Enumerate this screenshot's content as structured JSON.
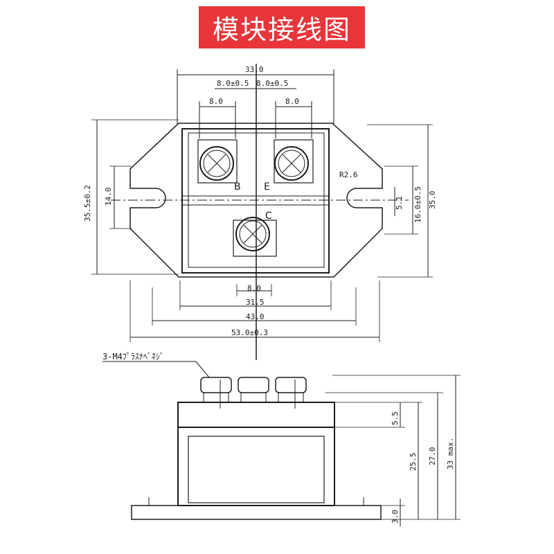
{
  "title": "模块接线图",
  "terminals": {
    "b": "B",
    "e": "E",
    "c": "C"
  },
  "top_view_dims": {
    "overall_width": "33.0",
    "pitch_left": "8.0±0.5",
    "pitch_right": "8.0±0.5",
    "term_width_left": "8.0",
    "term_width_right": "8.0",
    "left_height": "35.5±0.2",
    "left_inner": "14.0",
    "radius": "R2.6",
    "slot": "5.1",
    "right_inner": "16.0±0.5",
    "right_height": "35.0",
    "bottom_term": "8.0",
    "width_31": "31.5",
    "width_43": "43.0",
    "width_53": "53.0±0.3"
  },
  "side_view": {
    "screw_note": "3-M4ﾌﾟﾗｽﾅﾍﾞﾈｼﾞ",
    "h_5_5": "5.5",
    "h_25_5": "25.5",
    "h_27": "27.0",
    "h_33": "33 max.",
    "h_3": "3.0"
  }
}
